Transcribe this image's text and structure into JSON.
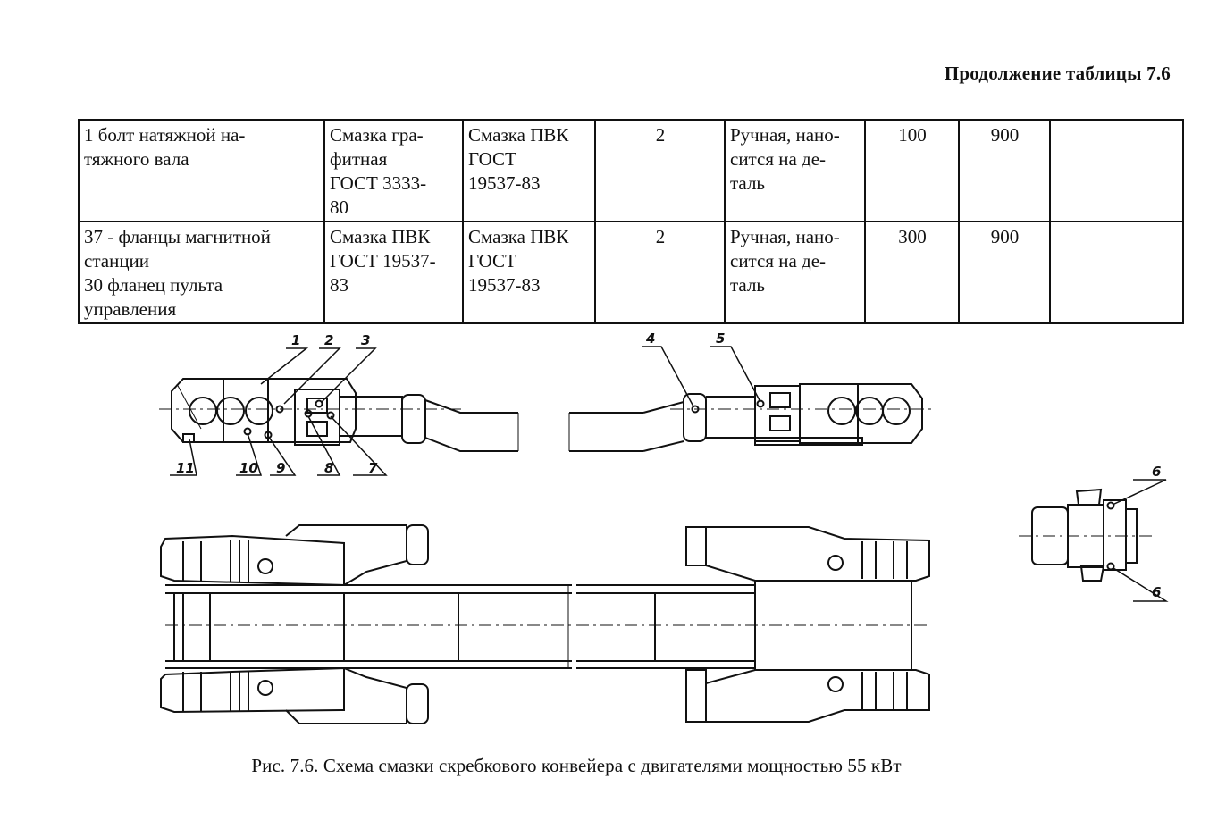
{
  "header": {
    "continuation": "Продолжение таблицы 7.6"
  },
  "table": {
    "rows": [
      {
        "point": [
          "1     болт натяжной на-",
          "тяжного вала"
        ],
        "main_lube": [
          "Смазка   гра-",
          "фитная",
          "ГОСТ   3333-",
          "80"
        ],
        "substitute": [
          "Смазка ПВК",
          "ГОСТ",
          "19537-83"
        ],
        "qty": "2",
        "method": [
          "Ручная,  нано-",
          "сится   на   де-",
          "таль"
        ],
        "interval": "100",
        "interval2": "900",
        "extra": ""
      },
      {
        "point": [
          "37 - фланцы магнитной",
          "станции",
          "30        фланец   пульта",
          "управления"
        ],
        "main_lube": [
          "Смазка ПВК",
          "ГОСТ 19537-",
          "83"
        ],
        "substitute": [
          "Смазка ПВК",
          "ГОСТ",
          "19537-83"
        ],
        "qty": "2",
        "method": [
          "Ручная,  нано-",
          "сится   на   де-",
          "таль"
        ],
        "interval": "300",
        "interval2": "900",
        "extra": ""
      }
    ]
  },
  "figure": {
    "callouts": [
      "1",
      "2",
      "3",
      "4",
      "5",
      "6",
      "6",
      "7",
      "8",
      "9",
      "10",
      "11"
    ],
    "caption": "Рис. 7.6. Схема смазки скребкового конвейера с двигателями мощностью 55 кВт"
  }
}
